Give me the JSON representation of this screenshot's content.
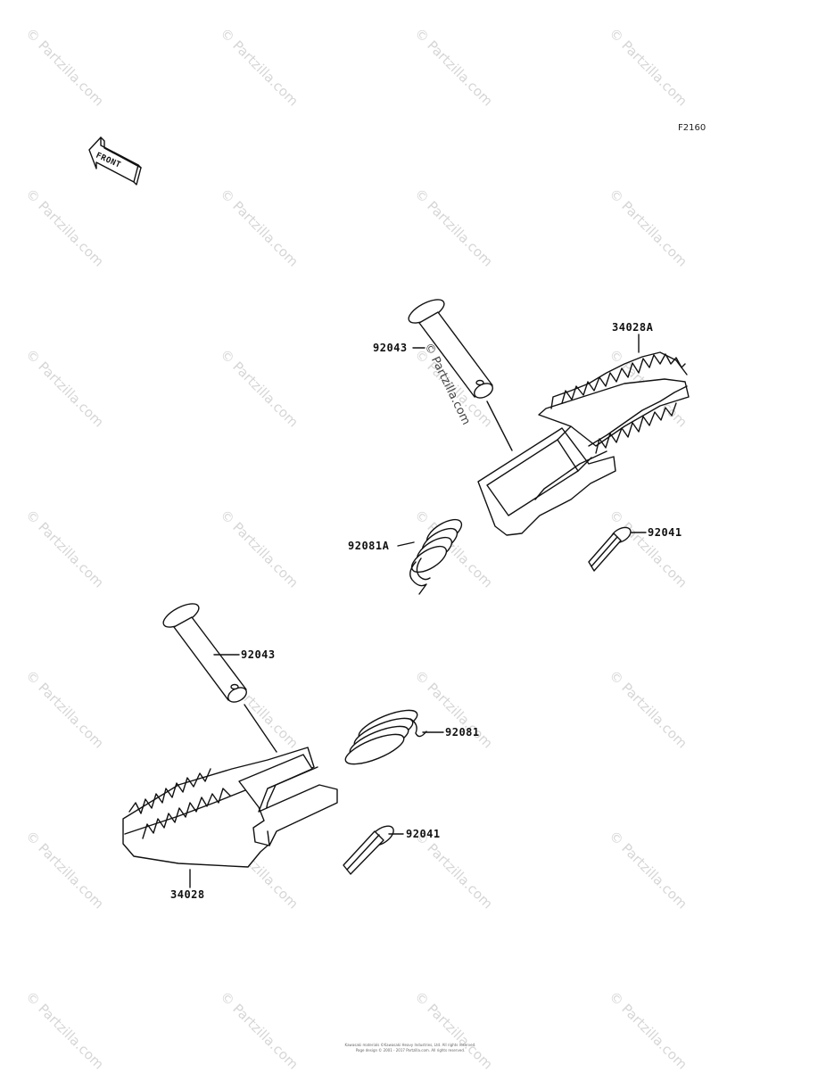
{
  "diagram_code": "F2160",
  "front_label": "FRONT",
  "watermark_text": "© Partzilla.com",
  "center_watermark": "© Partzilla.com",
  "parts": {
    "upper_pin": "92043",
    "upper_peg": "34028A",
    "upper_spring": "92081A",
    "upper_cotter": "92041",
    "lower_pin": "92043",
    "lower_spring": "92081",
    "lower_cotter": "92041",
    "lower_peg": "34028"
  },
  "copyright_line1": "Kawasaki materials ©Kawasaki Heavy Industries, Ltd. All rights reserved.",
  "copyright_line2": "Page design © 2001 - 2017 Partzilla.com. All rights reserved."
}
